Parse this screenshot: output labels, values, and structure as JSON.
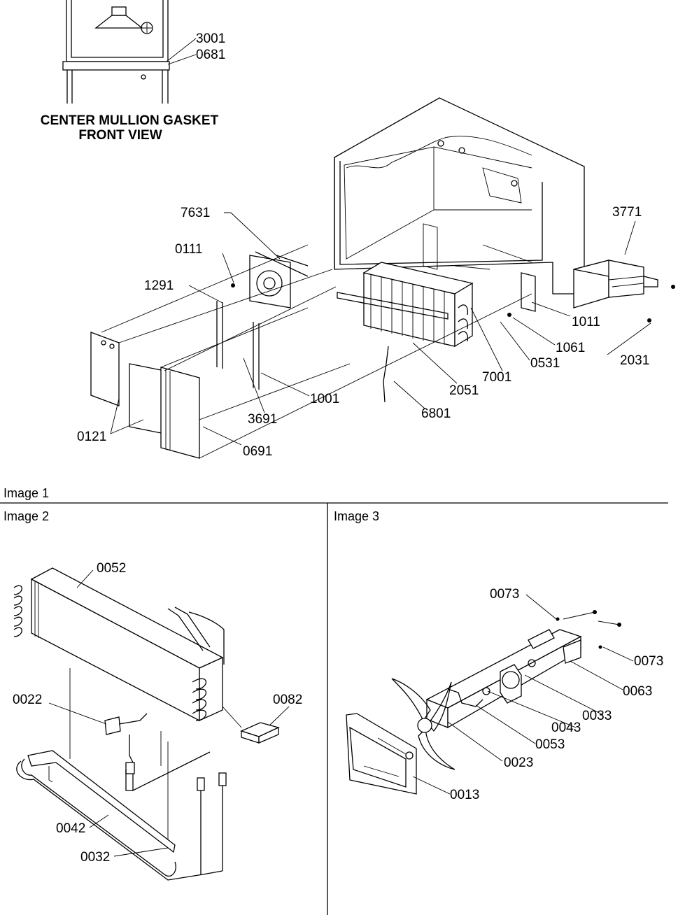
{
  "panels": {
    "image1": {
      "title": "Image 1",
      "inset_caption": [
        "CENTER MULLION GASKET",
        "FRONT VIEW"
      ],
      "labels": [
        "3001",
        "0681",
        "7631",
        "0111",
        "1291",
        "3771",
        "1011",
        "1061",
        "2031",
        "0531",
        "7001",
        "2051",
        "1001",
        "3691",
        "0121",
        "0691",
        "6801"
      ]
    },
    "image2": {
      "title": "Image 2",
      "labels": [
        "0052",
        "0022",
        "0082",
        "0042",
        "0032"
      ]
    },
    "image3": {
      "title": "Image 3",
      "labels": [
        "0073",
        "0073",
        "0063",
        "0033",
        "0043",
        "0053",
        "0023",
        "0013"
      ]
    }
  },
  "colors": {
    "ink": "#000000",
    "paper": "#ffffff"
  }
}
